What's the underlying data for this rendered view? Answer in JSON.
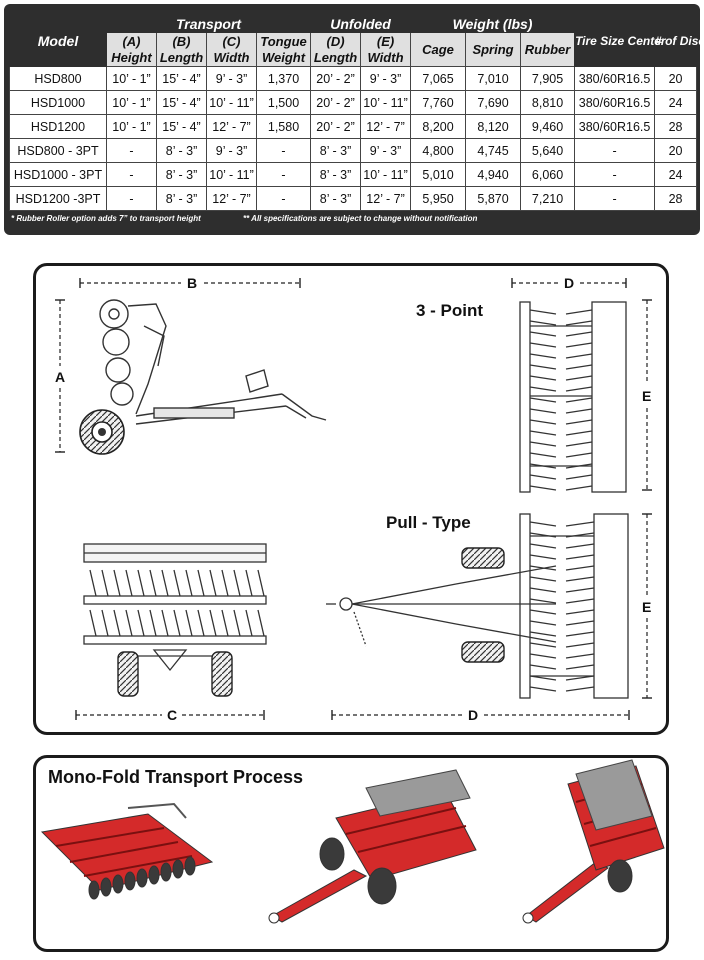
{
  "table": {
    "group_headers": {
      "model": "Model",
      "transport": "Transport",
      "unfolded": "Unfolded",
      "weight": "Weight (lbs)",
      "tire": "Tire Size Center",
      "discs": "# of Discs"
    },
    "sub_headers": {
      "a_height": [
        "(A)",
        "Height"
      ],
      "b_length": [
        "(B)",
        "Length"
      ],
      "c_width": [
        "(C)",
        "Width"
      ],
      "tongue": [
        "Tongue",
        "Weight"
      ],
      "d_length": [
        "(D)",
        "Length"
      ],
      "e_width": [
        "(E)",
        "Width"
      ],
      "cage": "Cage",
      "spring": "Spring",
      "rubber": "Rubber"
    },
    "rows": [
      {
        "model": "HSD800",
        "a": "10’ -  1”",
        "b": "15’ -  4”",
        "c": "9’  -  3”",
        "tongue": "1,370",
        "d": "20’ -  2”",
        "e": "9’  -  3”",
        "cage": "7,065",
        "spring": "7,010",
        "rubber": "7,905",
        "tire": "380/60R16.5",
        "discs": "20"
      },
      {
        "model": "HSD1000",
        "a": "10’ -  1”",
        "b": "15’ -  4”",
        "c": "10’ - 11”",
        "tongue": "1,500",
        "d": "20’ -  2”",
        "e": "10’ - 11”",
        "cage": "7,760",
        "spring": "7,690",
        "rubber": "8,810",
        "tire": "380/60R16.5",
        "discs": "24"
      },
      {
        "model": "HSD1200",
        "a": "10’ -  1”",
        "b": "15’ -  4”",
        "c": "12’ -  7”",
        "tongue": "1,580",
        "d": "20’ -  2”",
        "e": "12’ -  7”",
        "cage": "8,200",
        "spring": "8,120",
        "rubber": "9,460",
        "tire": "380/60R16.5",
        "discs": "28"
      },
      {
        "model": "HSD800 - 3PT",
        "a": "-",
        "b": "8’  -  3”",
        "c": "9’  -  3”",
        "tongue": "-",
        "d": "8’  -  3”",
        "e": "9’  -  3”",
        "cage": "4,800",
        "spring": "4,745",
        "rubber": "5,640",
        "tire": "-",
        "discs": "20"
      },
      {
        "model": "HSD1000 - 3PT",
        "a": "-",
        "b": "8’  -  3”",
        "c": "10’ - 11”",
        "tongue": "-",
        "d": "8’  -  3”",
        "e": "10’ - 11”",
        "cage": "5,010",
        "spring": "4,940",
        "rubber": "6,060",
        "tire": "-",
        "discs": "24"
      },
      {
        "model": "HSD1200 -3PT",
        "a": "-",
        "b": "8’  -  3”",
        "c": "12’ -  7”",
        "tongue": "-",
        "d": "8’  -  3”",
        "e": "12’ -  7”",
        "cage": "5,950",
        "spring": "5,870",
        "rubber": "7,210",
        "tire": "-",
        "discs": "28"
      }
    ],
    "note_left": "* Rubber Roller option adds 7” to transport height",
    "note_right": "** All specifications are subject to change without notification"
  },
  "diagram": {
    "label_a": "A",
    "label_b": "B",
    "label_c": "C",
    "label_d_top": "D",
    "label_d_bottom": "D",
    "label_e_top": "E",
    "label_e_bottom": "E",
    "three_point": "3 - Point",
    "pull_type": "Pull - Type",
    "colors": {
      "frame": "#444444",
      "implement_red": "#d42a2a"
    }
  },
  "process": {
    "title": "Mono-Fold Transport Process"
  }
}
